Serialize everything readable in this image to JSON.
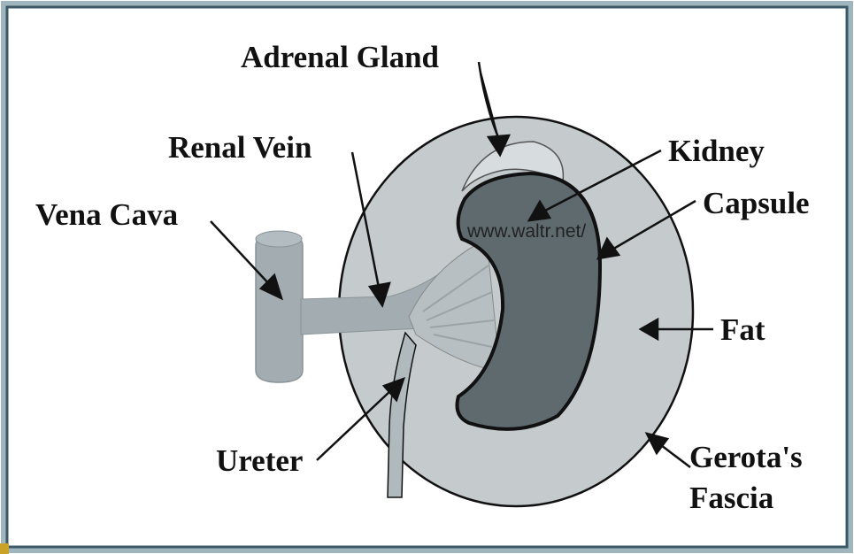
{
  "labels": {
    "adrenal_gland": "Adrenal Gland",
    "renal_vein": "Renal Vein",
    "vena_cava": "Vena Cava",
    "kidney": "Kidney",
    "capsule": "Capsule",
    "fat": "Fat",
    "ureter": "Ureter",
    "gerotas_line1": "Gerota's",
    "gerotas_line2": "Fascia"
  },
  "watermark": "www.waltr.net/",
  "colors": {
    "background": "#ffffff",
    "frame_dark": "#3b5a66",
    "frame_light": "#9fb6be",
    "fascia_fill": "#c5cbcd",
    "vessel_fill": "#a3adb1",
    "kidney_fill": "#5f6a6f",
    "outline": "#111111",
    "accent_bottom": "#c9a227"
  }
}
